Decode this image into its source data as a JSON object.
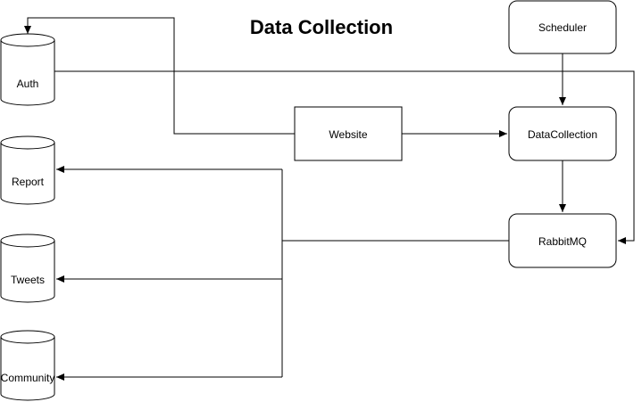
{
  "title": "Data Collection",
  "nodes": {
    "auth": "Auth",
    "report": "Report",
    "tweets": "Tweets",
    "community": "Community",
    "website": "Website",
    "scheduler": "Scheduler",
    "data_collection": "DataCollection",
    "rabbitmq": "RabbitMQ"
  },
  "colors": {
    "stroke": "#000000",
    "fill": "#ffffff"
  }
}
